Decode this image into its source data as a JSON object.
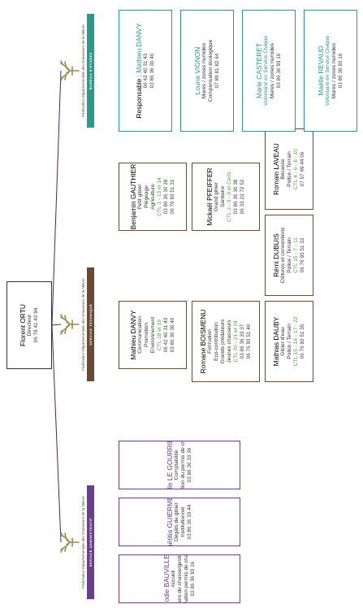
{
  "director": {
    "name": "Florent ORTU",
    "role": "Directeur",
    "phone": "06 78 41 43 94"
  },
  "federation_name": "Fédération Départementale des Chasseurs de la Nièvre",
  "colors": {
    "admin": "#6b3d8e",
    "tech": "#6b4a34",
    "study": "#2a9b8a",
    "ctl": "#49a843",
    "line": "#4b2563",
    "gold": "#9a8a52"
  },
  "services": [
    {
      "band": "SERVICE ADMINISTRATIF",
      "color": "#6b3d8e"
    },
    {
      "band": "SERVICE TECHNIQUE",
      "color": "#6b4a34"
    },
    {
      "band": "BUREAU D'ÉTUDES",
      "color": "#2a9b8a"
    }
  ],
  "admin": [
    {
      "name": "Elodie BAUVILLER",
      "lines": [
        "Accueil",
        "Plans de chasse/gestion",
        "Formation permis de chasser"
      ],
      "phones": [
        "03 86 36 93 16"
      ]
    },
    {
      "name": "Laëtitia GUIERMET",
      "lines": [
        "Dégâts de gibier",
        "Institutionnel"
      ],
      "phones": [
        "03 86 36 33 44"
      ]
    },
    {
      "name": "Isabelle LE GOURRIEREC",
      "lines": [
        "Comptabilité",
        "Validation du permis de chasser"
      ],
      "phones": [
        "03 86 36 33 36"
      ]
    }
  ],
  "tech": [
    {
      "name": "Mathieu DANVY",
      "lines": [
        "Communication",
        "Promotion",
        "Environnement"
      ],
      "ctl": "CTL 18 et 19",
      "phones": [
        "06 42 40 31 43",
        "03 86 36 30 40"
      ]
    },
    {
      "name": "Benjamin GAUTHIER",
      "lines": [
        "Petit gibier",
        "Piégeage",
        "Agriculture"
      ],
      "ctl": "CTL 1 - 13 et 14",
      "phones": [
        "03 86 36 30 39",
        "06 76 93 51 31"
      ]
    },
    {
      "name": "Romane BOISMENU",
      "lines": [
        "Formation",
        "Eco-contribution",
        "Grands prédateurs",
        "Jeunes chasseurs"
      ],
      "ctl": "CTL 20 - 21 et 24",
      "phones": [
        "03 86 36 33 37",
        "06 76 93 51 40"
      ]
    },
    {
      "name": "Mickaël PFEIFFER",
      "lines": [
        "Grand gibier",
        "Sanitaire"
      ],
      "ctl": "CTL 2 - 3 - 9 et Cerfs",
      "phones": [
        "03 86 36 30 38",
        "06 33 23 72 52"
      ]
    },
    {
      "name": "Mathias DAUBY",
      "lines": [
        "Gibier d'eau",
        "Police / Terrain"
      ],
      "ctl": "CTL 15 - 16 - 17 - 22",
      "phones": [
        "06 76 93 51 35"
      ]
    },
    {
      "name": "Rémi DUBUIS",
      "lines": [
        "Clôtures et conventions",
        "Police / Terrain"
      ],
      "ctl": "CTL 15 - 7 - 11",
      "phones": [
        "06 76 93 51 33"
      ]
    },
    {
      "name": "Romain LAVEAU",
      "lines": [
        "Bécasse",
        "Police / Terrain"
      ],
      "ctl": "CTL 4 - 6 - 8 - 10",
      "phones": [
        "07 57 49 44 06"
      ]
    }
  ],
  "study": [
    {
      "label": "Responsable : ",
      "name": "Mathieu DANVY",
      "phones": [
        "06 42 40 31 43",
        "03 86 36 30 40"
      ]
    },
    {
      "name": "Louna VIGNON",
      "lines": [
        "Mares / zones humides",
        "Compensation écologique"
      ],
      "phones": [
        "07 89 81 82 64"
      ]
    },
    {
      "name": "Marie CASTERET",
      "subtitle": "Volontaire en Service Civique",
      "lines": [
        "Mares / zones humides"
      ],
      "phones": [
        "03 86 36 93 16"
      ]
    },
    {
      "name": "Maëlle REVAUD",
      "subtitle": "Volontaire en Service Civique",
      "lines": [
        "Mares / zones humides"
      ],
      "phones": [
        "03 86 36 93 16"
      ]
    }
  ]
}
